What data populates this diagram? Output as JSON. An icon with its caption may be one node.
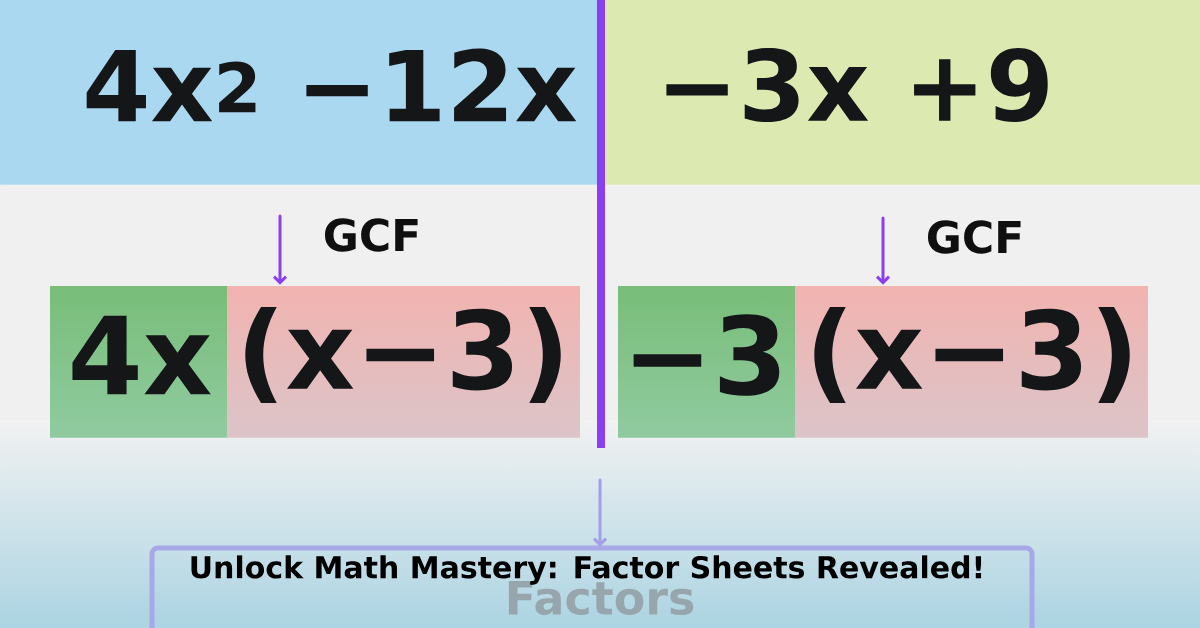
{
  "diagram": {
    "title": "Unlock Math Mastery: Factor Sheets Revealed!",
    "nodes": [
      {
        "text": [
          "4x$^{2}$ −12x"
        ]
      },
      {
        "text": [
          "−3x +9"
        ]
      },
      {
        "text": [
          "4x"
        ]
      },
      {
        "text": [
          "(x−3)"
        ]
      },
      {
        "text": [
          "−3"
        ]
      },
      {
        "text": [
          "(x−3)"
        ]
      },
      {
        "text": [
          "Factors"
        ]
      }
    ],
    "edges": [
      {
        "from": null,
        "to": 3,
        "arrow": "to",
        "label": "GCF"
      },
      {
        "from": null,
        "to": 5,
        "arrow": "to",
        "label": "GCF"
      },
      {
        "from": null,
        "to": 6,
        "arrow": "to",
        "color": "#a29ee8"
      }
    ]
  }
}
